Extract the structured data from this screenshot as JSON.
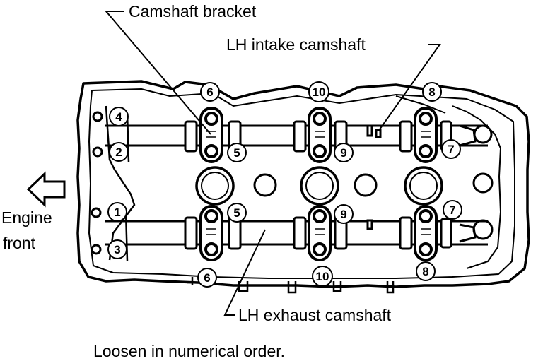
{
  "labels": {
    "camshaft_bracket": "Camshaft bracket",
    "lh_intake_camshaft": "LH intake camshaft",
    "lh_exhaust_camshaft": "LH exhaust camshaft",
    "engine_front_line1": "Engine",
    "engine_front_line2": "front",
    "caption": "Loosen in numerical order."
  },
  "numbers": {
    "n1": "1",
    "n2": "2",
    "n3": "3",
    "n4": "4",
    "n5_top": "5",
    "n5_bottom": "5",
    "n6_top": "6",
    "n6_bottom": "6",
    "n7_top": "7",
    "n7_bottom": "7",
    "n8_top": "8",
    "n8_bottom": "8",
    "n9_top": "9",
    "n9_bottom": "9",
    "n10_top": "10",
    "n10_bottom": "10"
  }
}
